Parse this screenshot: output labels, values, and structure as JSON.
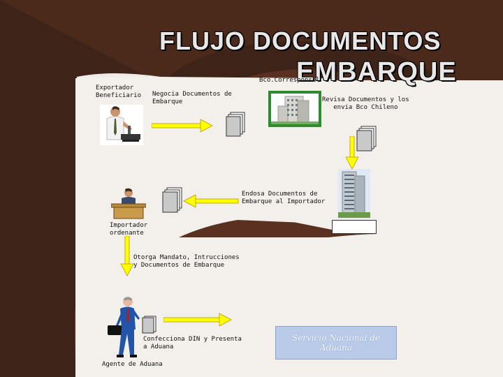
{
  "title": {
    "line1": "FLUJO DOCUMENTOS",
    "line2": "EMBARQUE"
  },
  "labels": {
    "exportador": "Exportador\nBeneficiario",
    "negocia": "Negocia Documentos de\nEmbarque",
    "bco_corresponsal": "Bco.Corresponsal",
    "revisa": "Revisa Documentos y los\nenvia Bco Chileno",
    "endosa": "Endosa Documentos de\nEmbarque al Importador",
    "importador": "Importador\nordenante",
    "otorga": "Otorga Mandato, Intrucciones\ny Documentos de Embarque",
    "confecciona": "Confecciona  DIN y Presenta\na Aduana",
    "agente": "Agente de Aduana",
    "servicio": "Servicio Nacional de\nAduana"
  },
  "colors": {
    "background": "#3e2318",
    "panel": "#5a3020",
    "arrow": "#ffff00",
    "service_box": "#b9cbe8"
  }
}
